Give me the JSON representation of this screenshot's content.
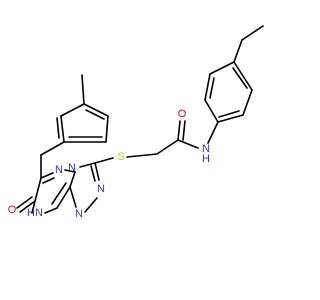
{
  "atoms": {
    "o1": {
      "label": "O",
      "color": "#ff0000"
    },
    "n_amide": {
      "label": "N",
      "color": "#3333ff"
    },
    "h_amide": {
      "label": "H",
      "color": "#3333ff"
    },
    "s1": {
      "label": "S",
      "color": "#cccc00"
    },
    "n_a": {
      "label": "N",
      "color": "#3333ff"
    },
    "n_b": {
      "label": "N",
      "color": "#3333ff"
    },
    "n_c": {
      "label": "N",
      "color": "#3333ff"
    },
    "n_d": {
      "label": "N",
      "color": "#3333ff"
    },
    "n_e": {
      "label": "N",
      "color": "#3333ff"
    },
    "h_ring": {
      "label": "H",
      "color": "#3333ff"
    },
    "o2": {
      "label": "O",
      "color": "#ff0000"
    }
  }
}
